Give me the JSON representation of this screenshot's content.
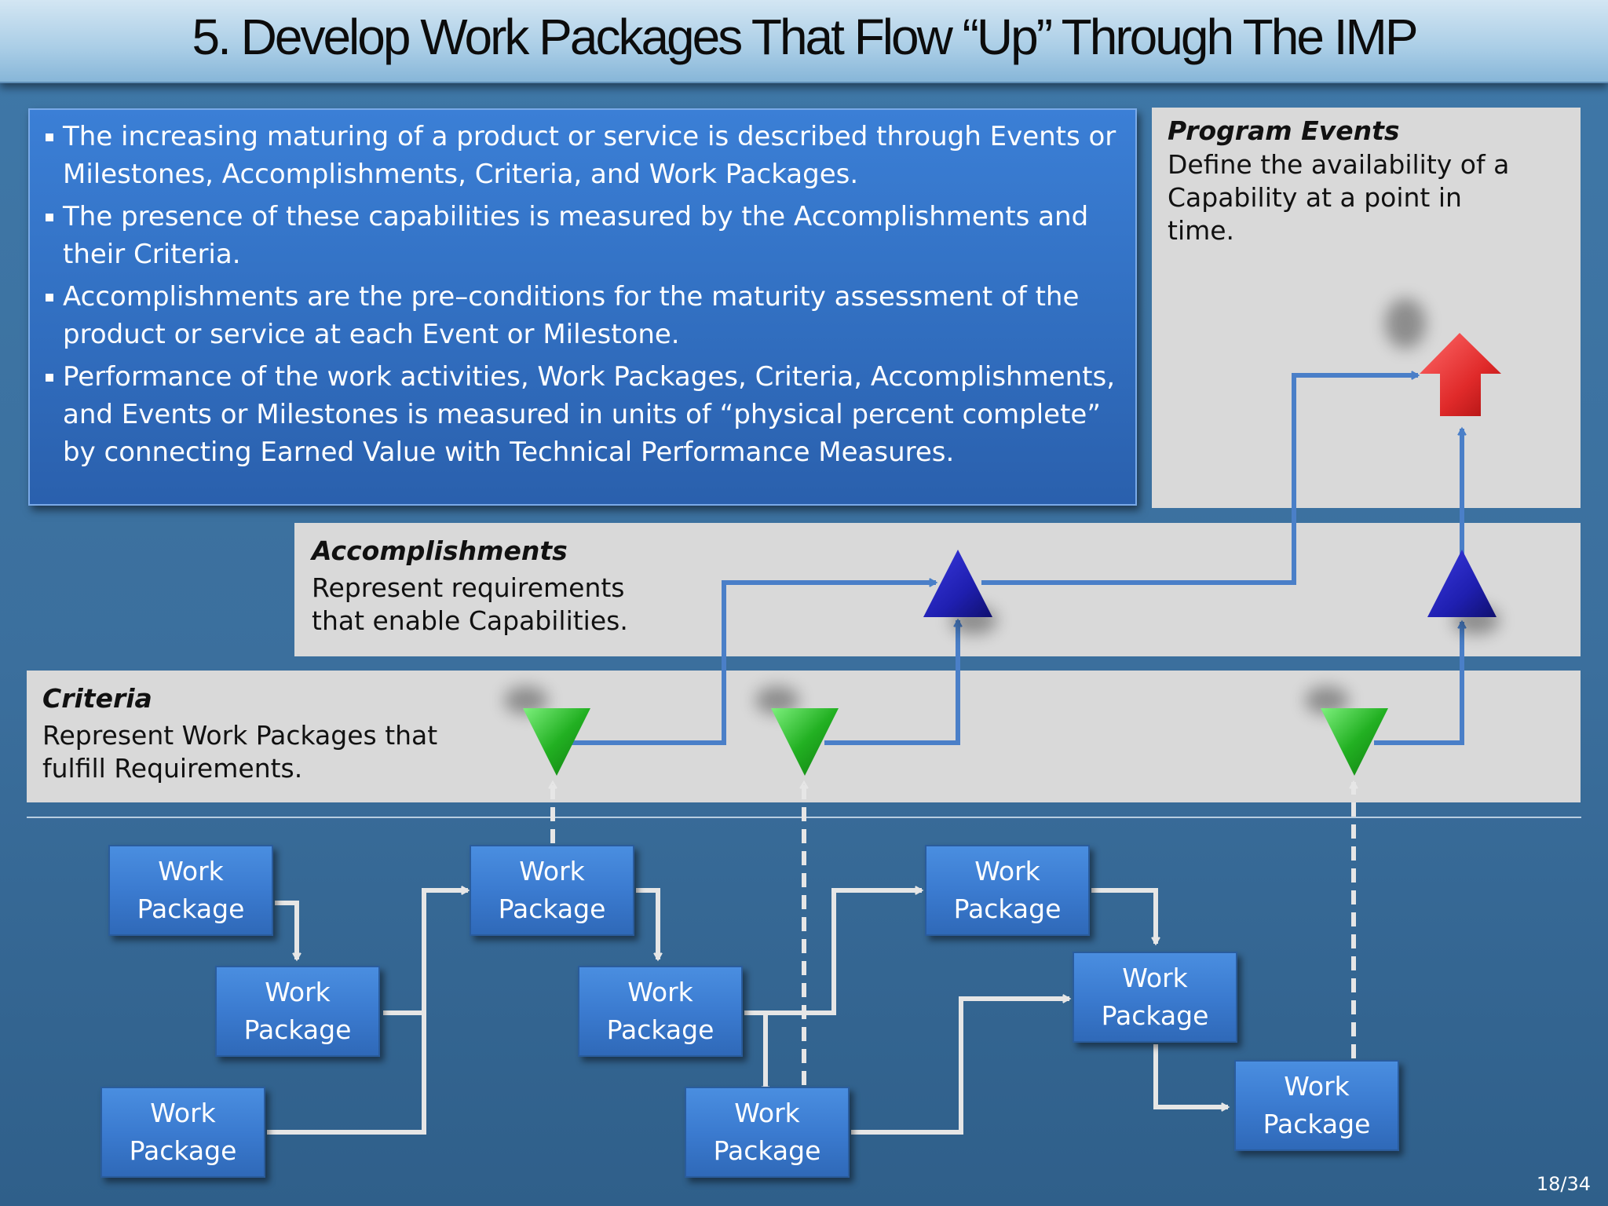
{
  "title": "5. Develop Work Packages That Flow “Up” Through The IMP",
  "bullets": [
    "The increasing maturing of a product or service is described through Events or Milestones, Accomplishments, Criteria, and Work Packages.",
    "The presence of these capabilities is measured by the Accomplishments and their Criteria.",
    "Accomplishments are the pre–conditions for the maturity assessment of the product or service at each Event or Milestone.",
    "Performance of the work activities, Work Packages, Criteria, Accomplishments, and Events or Milestones is measured in units of “physical percent complete” by connecting Earned Value with Technical Performance Measures."
  ],
  "program_events": {
    "heading": "Program Events",
    "text": "Define the availability of a Capability at a point in time."
  },
  "accomplishments": {
    "heading": "Accomplishments",
    "text": "Represent requirements that enable Capabilities."
  },
  "criteria": {
    "heading": "Criteria",
    "text": "Represent Work Packages that fulfill Requirements."
  },
  "work_package": {
    "line1": "Work",
    "line2": "Package"
  },
  "page_number": "18/34",
  "colors": {
    "event_marker": "#e02a2a",
    "accomplishment_marker": "#1f1fb0",
    "criteria_marker": "#22b022",
    "flow_arrow": "#4a7fc8",
    "work_arrow": "#e6e6e6"
  }
}
